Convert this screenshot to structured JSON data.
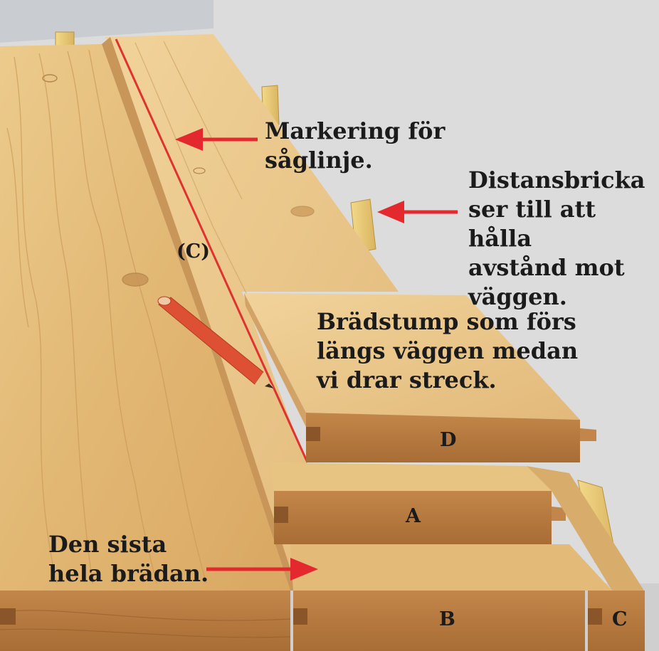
{
  "labels": {
    "saw_line": "Markering för\nsåglinje.",
    "spacer": "Distansbricka\nser till att hålla\navstånd mot\nväggen.",
    "scrap": "Brädstump som förs\nlängs väggen medan\nvi drar streck.",
    "last_board": "Den sista\nhela brädan."
  },
  "board_letters": {
    "cut_board": "(C)",
    "scrap_board": "D",
    "middle_board": "A",
    "front_board": "B",
    "end_board": "C"
  },
  "colors": {
    "wall": "#dcdcdd",
    "wall_left": "#c9cdd2",
    "wood_light": "#e9c483",
    "wood_mid": "#ddb06a",
    "wood_dark": "#c98f4c",
    "end_grain": "#b77a3c",
    "arrow": "#e3282e",
    "saw_line": "#e0322e",
    "pencil": "#de5034"
  }
}
